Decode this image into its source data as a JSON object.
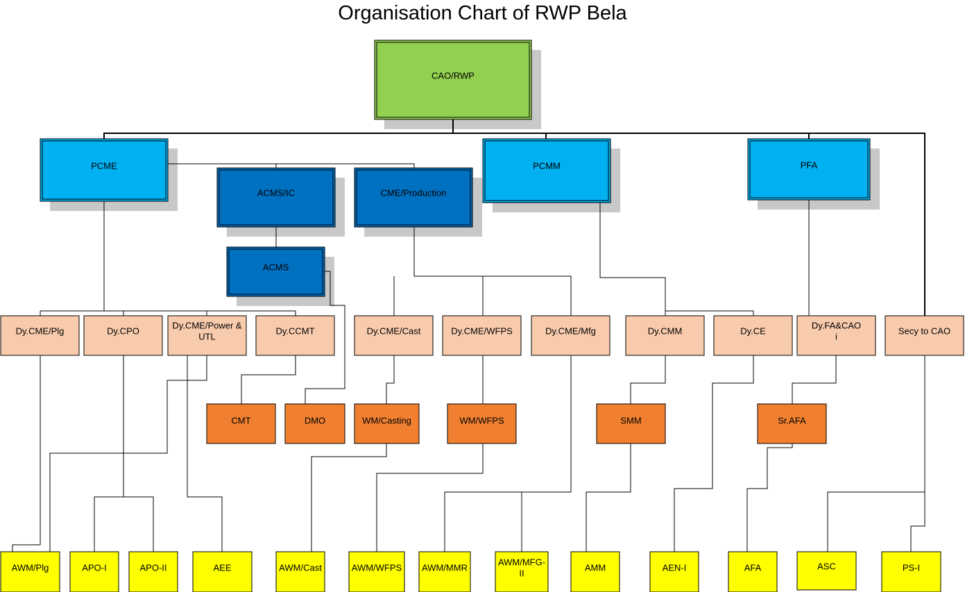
{
  "title": "Organisation Chart of RWP Bela",
  "colors": {
    "top": "#92d050",
    "level1": "#00b0f0",
    "level1b": "#0070c0",
    "deputy": "#f8cbad",
    "manager": "#f08030",
    "staff": "#ffff00",
    "shadow": "#c8c8c8",
    "line": "#000000"
  },
  "nodes": {
    "cao": [
      "CAO/RWP"
    ],
    "pcme": [
      "PCME"
    ],
    "acms_ic": [
      "ACMS/IC"
    ],
    "cme_prod": [
      "CME/Production"
    ],
    "pcmm": [
      "PCMM"
    ],
    "pfa": [
      "PFA"
    ],
    "acms": [
      "ACMS"
    ],
    "dy_cme_plg": [
      "Dy.CME/Plg"
    ],
    "dy_cpo": [
      "Dy.CPO"
    ],
    "dy_cme_power": [
      "Dy.CME/Power &",
      "UTL"
    ],
    "dy_ccmt": [
      "Dy.CCMT"
    ],
    "dy_cme_cast": [
      "Dy.CME/Cast"
    ],
    "dy_cme_wfps": [
      "Dy.CME/WFPS"
    ],
    "dy_cme_mfg": [
      "Dy.CME/Mfg"
    ],
    "dy_cmm": [
      "Dy.CMM"
    ],
    "dy_ce": [
      "Dy.CE"
    ],
    "dy_fa_cao": [
      "Dy.FA&CAO",
      "i"
    ],
    "secy_cao": [
      "Secy to CAO"
    ],
    "cmt": [
      "CMT"
    ],
    "dmo": [
      "DMO"
    ],
    "wm_casting": [
      "WM/Casting"
    ],
    "wm_wfps": [
      "WM/WFPS"
    ],
    "smm": [
      "SMM"
    ],
    "sr_afa": [
      "Sr.AFA"
    ],
    "awm_plg": [
      "AWM/Plg"
    ],
    "apo_i": [
      "APO-I"
    ],
    "apo_ii": [
      "APO-II"
    ],
    "aee": [
      "AEE"
    ],
    "awm_cast": [
      "AWM/Cast"
    ],
    "awm_wfps": [
      "AWM/WFPS"
    ],
    "awm_mmr": [
      "AWM/MMR"
    ],
    "awm_mfg_ii": [
      "AWM/MFG-",
      "II"
    ],
    "amm": [
      "AMM"
    ],
    "aen_i": [
      "AEN-I"
    ],
    "afa": [
      "AFA"
    ],
    "asc": [
      "ASC"
    ],
    "ps_i": [
      "PS-I"
    ]
  }
}
